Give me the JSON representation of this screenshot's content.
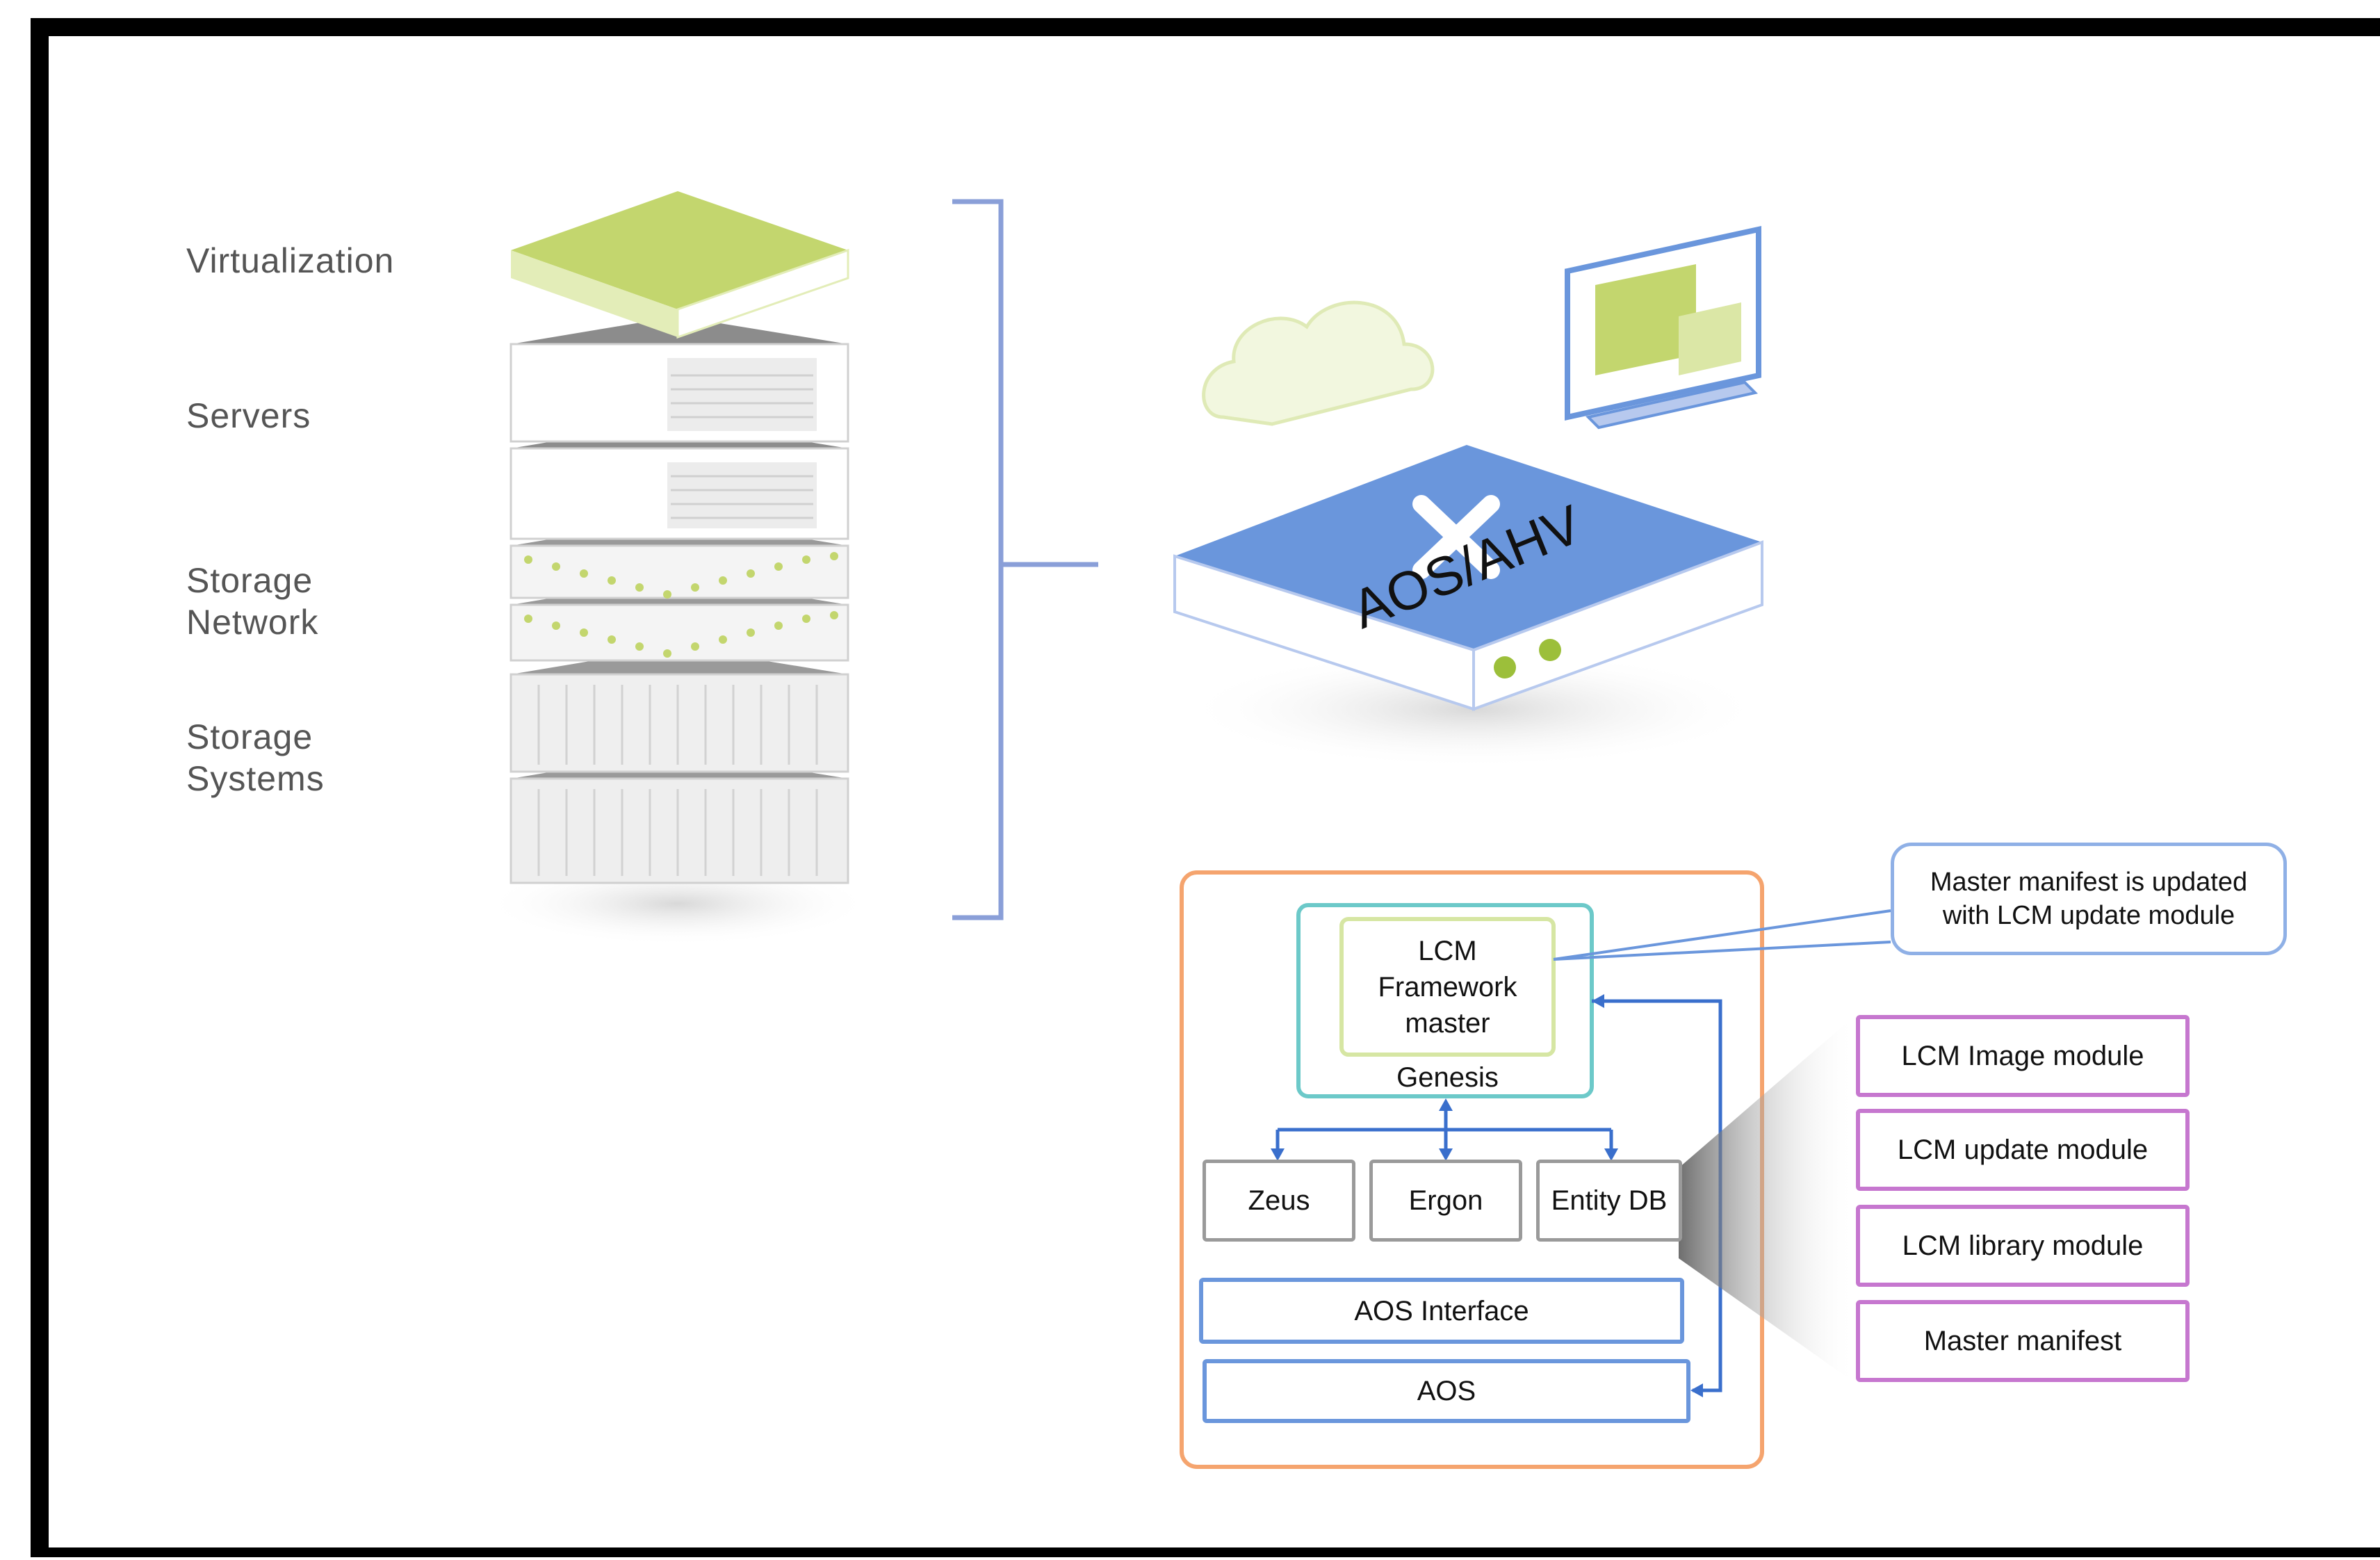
{
  "stack": {
    "labels": {
      "virtualization": "Virtualization",
      "servers": "Servers",
      "storage_network": "Storage Network",
      "storage_systems": "Storage Systems"
    }
  },
  "platform": {
    "label": "AOS/AHV"
  },
  "callout": {
    "text": "Master manifest is updated with LCM update module"
  },
  "lcm": {
    "framework_master": "LCM Framework master",
    "genesis": "Genesis",
    "services": [
      "Zeus",
      "Ergon",
      "Entity DB"
    ],
    "aos_interface": "AOS Interface",
    "aos": "AOS"
  },
  "modules": [
    "LCM Image module",
    "LCM update module",
    "LCM library module",
    "Master manifest"
  ],
  "colors": {
    "accent_green": "#c3d66e",
    "accent_blue": "#6a96dc",
    "bracket_blue": "#8a9fd8",
    "outer_orange": "#f5a46e",
    "genesis_teal": "#6cc9c9",
    "module_purple": "#c677cf"
  }
}
